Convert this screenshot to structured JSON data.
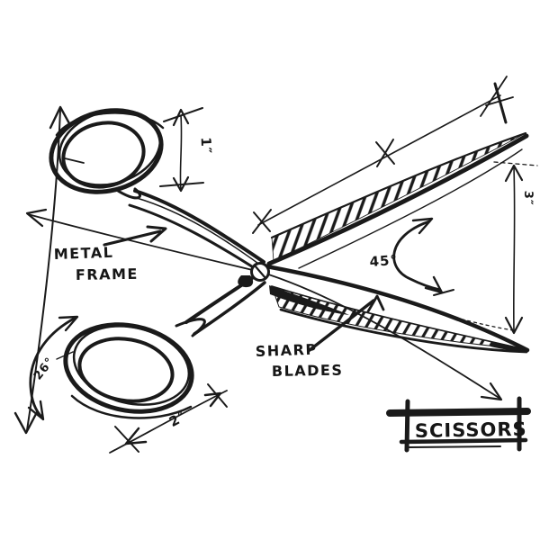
{
  "sketch_title": "SCISSORS",
  "labels": {
    "metal_frame": [
      "METAL",
      "FRAME"
    ],
    "sharp_blades": [
      "SHARP",
      "BLADES"
    ],
    "blade_angle": "45°",
    "handle_angle": "26°",
    "dim_top_handle": "1″",
    "dim_bottom_handle": "2″",
    "dim_blade_tip": "3″"
  },
  "colors": {
    "ink": "#1a1a1a",
    "paper": "#ffffff"
  },
  "style": "hand-drawn pencil/marker schematic sketch of scissors with dimension lines"
}
